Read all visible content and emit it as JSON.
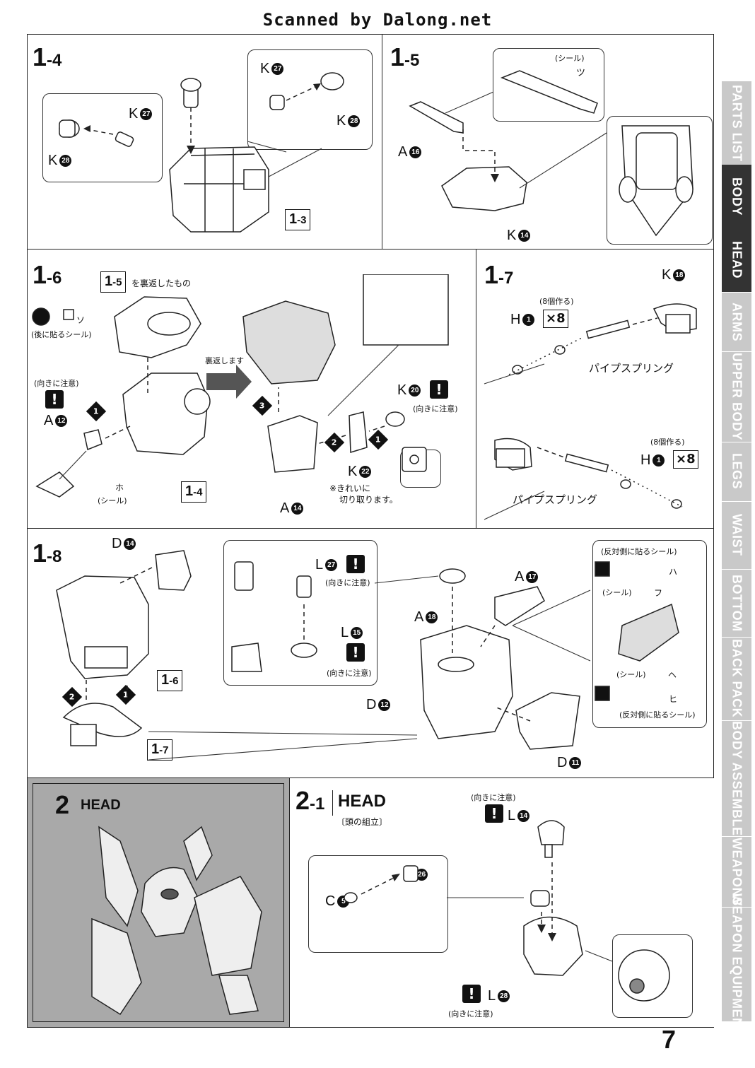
{
  "header": {
    "banner": "Scanned by Dalong.net"
  },
  "sidebar": {
    "tabs": [
      {
        "label": "PARTS LIST",
        "active": false
      },
      {
        "label": "BODY",
        "active": true
      },
      {
        "label": "HEAD",
        "active": true
      },
      {
        "label": "ARMS",
        "active": false
      },
      {
        "label": "UPPER BODY",
        "active": false
      },
      {
        "label": "LEGS",
        "active": false
      },
      {
        "label": "WAIST",
        "active": false
      },
      {
        "label": "BOTTOM",
        "active": false
      },
      {
        "label": "BACK PACK",
        "active": false
      },
      {
        "label": "BODY ASSEMBLE",
        "active": false
      },
      {
        "label": "WEAPONS",
        "active": false
      },
      {
        "label": "WEAPON EQUIPMENT",
        "active": false
      }
    ]
  },
  "steps": {
    "s14": {
      "maj": "1",
      "min": "-4",
      "parts": {
        "k27a": {
          "letter": "K",
          "num": "27"
        },
        "k28a": {
          "letter": "K",
          "num": "28"
        },
        "k27b": {
          "letter": "K",
          "num": "27"
        },
        "k28b": {
          "letter": "K",
          "num": "28"
        }
      },
      "ref": {
        "maj": "1",
        "min": "-3"
      }
    },
    "s15": {
      "maj": "1",
      "min": "-5",
      "parts": {
        "a16": {
          "letter": "A",
          "num": "16"
        },
        "k14": {
          "letter": "K",
          "num": "14"
        }
      },
      "sticker_note": "(シール)",
      "sticker_kana": "ツ"
    },
    "s16": {
      "maj": "1",
      "min": "-6",
      "ref_top": {
        "maj": "1",
        "min": "-5"
      },
      "ref_top_text": "を裏返したもの",
      "sticker_back": "(後に貼るシール)",
      "sticker_back_kana": "ソ",
      "orient_note": "(向きに注意)",
      "flip_note": "裏返します",
      "parts": {
        "a12": {
          "letter": "A",
          "num": "12"
        },
        "k20": {
          "letter": "K",
          "num": "20"
        },
        "k22": {
          "letter": "K",
          "num": "22"
        },
        "a14": {
          "letter": "A",
          "num": "14"
        }
      },
      "k20_note": "(向きに注意)",
      "cut_note_1": "※きれいに",
      "cut_note_2": "切り取ります。",
      "sticker_ho_kana": "ホ",
      "sticker_ho": "(シール)",
      "ref_bottom": {
        "maj": "1",
        "min": "-4"
      }
    },
    "s17": {
      "maj": "1",
      "min": "-7",
      "parts": {
        "k18": {
          "letter": "K",
          "num": "18"
        },
        "h1a": {
          "letter": "H",
          "num": "1"
        },
        "h1b": {
          "letter": "H",
          "num": "1"
        }
      },
      "make8_a": "(8個作る)",
      "make8_b": "(8個作る)",
      "x8": "×8",
      "spring_a": "パイプスプリング",
      "spring_b": "パイプスプリング"
    },
    "s18": {
      "maj": "1",
      "min": "-8",
      "parts": {
        "d14": {
          "letter": "D",
          "num": "14"
        },
        "l27": {
          "letter": "L",
          "num": "27"
        },
        "l15": {
          "letter": "L",
          "num": "15"
        },
        "a17": {
          "letter": "A",
          "num": "17"
        },
        "a18": {
          "letter": "A",
          "num": "18"
        },
        "d12": {
          "letter": "D",
          "num": "12"
        },
        "d11": {
          "letter": "D",
          "num": "11"
        }
      },
      "l27_note": "(向きに注意)",
      "l15_note": "(向きに注意)",
      "ref_16": {
        "maj": "1",
        "min": "-6"
      },
      "ref_17": {
        "maj": "1",
        "min": "-7"
      },
      "opp_sticker_1": "(反対側に貼るシール)",
      "opp_sticker_2": "(反対側に貼るシール)",
      "kana_ha": "ハ",
      "seal_fu": "(シール)",
      "kana_fu": "フ",
      "seal_he": "(シール)",
      "kana_he": "ヘ",
      "kana_hi": "ヒ"
    },
    "s2": {
      "num": "2",
      "title": "HEAD"
    },
    "s21": {
      "maj": "2",
      "min": "-1",
      "title": "HEAD",
      "subtitle": "〔頭の組立〕",
      "parts": {
        "l14": {
          "letter": "L",
          "num": "14"
        },
        "l26": {
          "letter": "L",
          "num": "26"
        },
        "c5": {
          "letter": "C",
          "num": "5"
        },
        "l28": {
          "letter": "L",
          "num": "28"
        }
      },
      "l14_note": "(向きに注意)",
      "l28_note": "(向きに注意)"
    }
  },
  "seq_marks": {
    "one": "1",
    "two": "2",
    "three": "3"
  },
  "warn_mark": "!",
  "page": {
    "number": "7"
  }
}
